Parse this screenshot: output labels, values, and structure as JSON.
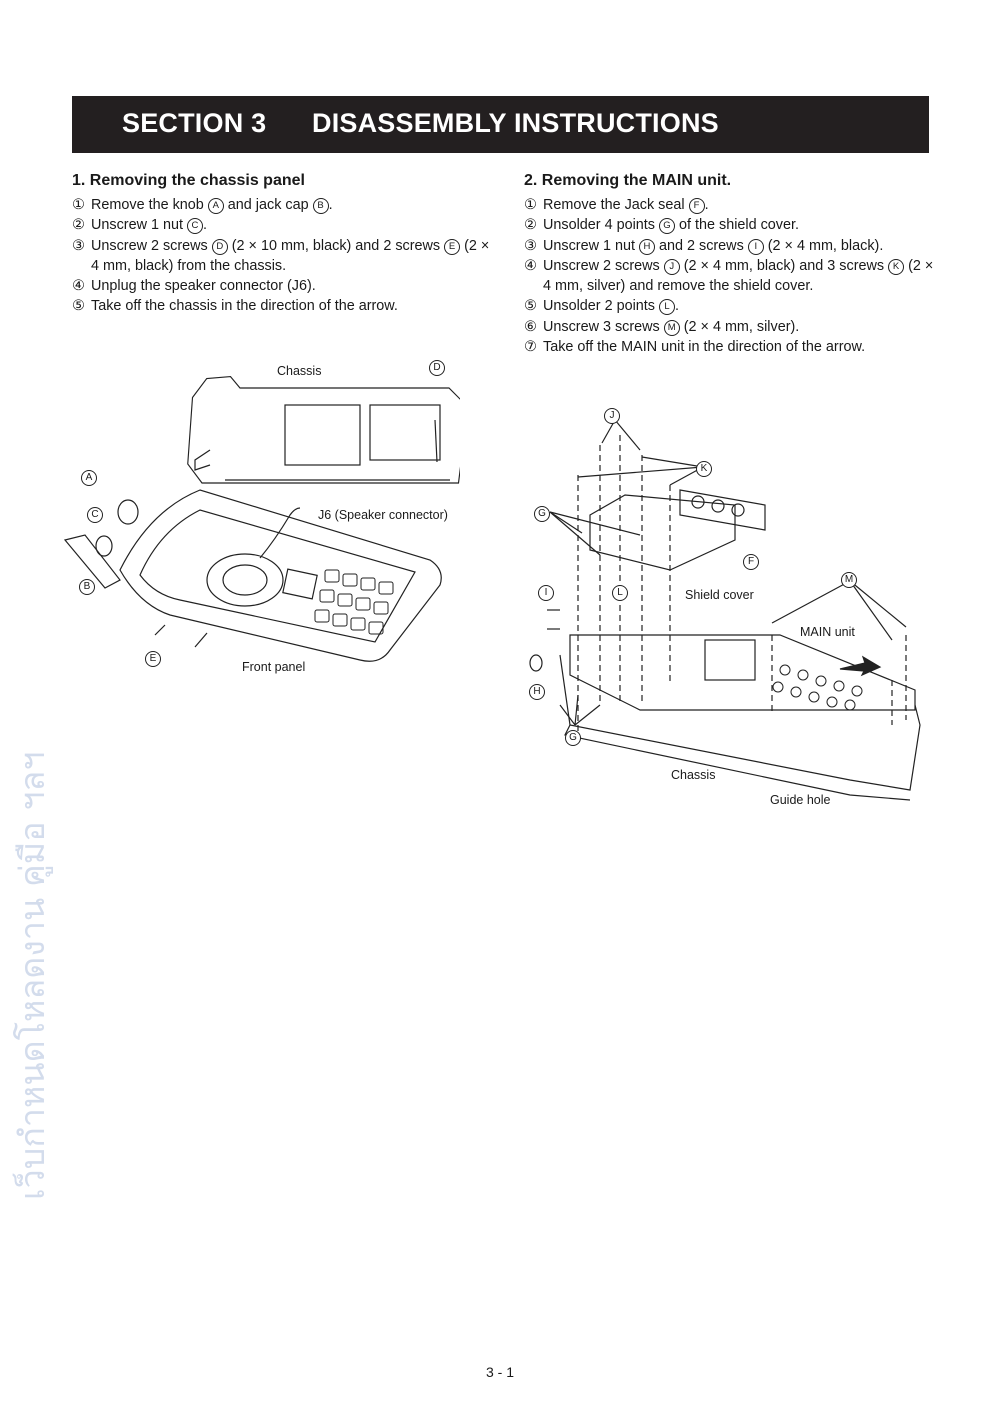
{
  "header": {
    "section_number": "SECTION 3",
    "section_title": "DISASSEMBLY INSTRUCTIONS"
  },
  "watermark": {
    "text": "เว็บกำหนดโหลดงาน คู่มือ ฯลฯ"
  },
  "sections": [
    {
      "title": "1. Removing the chassis panel",
      "steps": [
        {
          "num": "①",
          "parts": [
            "Remove the knob ",
            {
              "c": "A"
            },
            " and jack cap ",
            {
              "c": "B"
            },
            "."
          ]
        },
        {
          "num": "②",
          "parts": [
            "Unscrew 1 nut ",
            {
              "c": "C"
            },
            "."
          ]
        },
        {
          "num": "③",
          "parts": [
            "Unscrew 2 screws ",
            {
              "c": "D"
            },
            " (2 × 10 mm, black) and 2 screws ",
            {
              "c": "E"
            },
            " (2 × 4 mm, black) from the chassis."
          ]
        },
        {
          "num": "④",
          "parts": [
            "Unplug the speaker connector (J6)."
          ]
        },
        {
          "num": "⑤",
          "parts": [
            "Take off the chassis in the direction of the arrow."
          ]
        }
      ]
    },
    {
      "title": "2. Removing the MAIN unit.",
      "steps": [
        {
          "num": "①",
          "parts": [
            "Remove the Jack seal ",
            {
              "c": "F"
            },
            "."
          ]
        },
        {
          "num": "②",
          "parts": [
            "Unsolder 4 points ",
            {
              "c": "G"
            },
            " of the shield cover."
          ]
        },
        {
          "num": "③",
          "parts": [
            "Unscrew 1 nut ",
            {
              "c": "H"
            },
            " and 2 screws ",
            {
              "c": "I"
            },
            " (2 × 4 mm, black)."
          ]
        },
        {
          "num": "④",
          "parts": [
            "Unscrew 2 screws ",
            {
              "c": "J"
            },
            " (2 × 4 mm, black) and 3 screws ",
            {
              "c": "K"
            },
            " (2 × 4 mm, silver) and remove the shield cover."
          ]
        },
        {
          "num": "⑤",
          "parts": [
            "Unsolder 2 points ",
            {
              "c": "L"
            },
            "."
          ]
        },
        {
          "num": "⑥",
          "parts": [
            "Unscrew 3 screws ",
            {
              "c": "M"
            },
            " (2 × 4 mm, silver)."
          ]
        },
        {
          "num": "⑦",
          "parts": [
            "Take off the MAIN unit in the direction of the arrow."
          ]
        }
      ]
    }
  ],
  "figure1": {
    "labels": {
      "chassis": "Chassis",
      "j6": "J6 (Speaker connector)",
      "front_panel": "Front panel"
    },
    "callouts": {
      "a": "A",
      "b": "B",
      "c": "C",
      "d": "D",
      "e": "E"
    }
  },
  "figure2": {
    "labels": {
      "shield_cover": "Shield cover",
      "main_unit": "MAIN unit",
      "chassis": "Chassis",
      "guide_hole": "Guide hole"
    },
    "callouts": {
      "f": "F",
      "g1": "G",
      "g2": "G",
      "h": "H",
      "i": "I",
      "j": "J",
      "k": "K",
      "l": "L",
      "m": "M"
    }
  },
  "footer": {
    "page_number": "3 - 1"
  },
  "colors": {
    "header_bg": "#231f20",
    "header_text": "#ffffff",
    "watermark": "#d3dcec"
  }
}
